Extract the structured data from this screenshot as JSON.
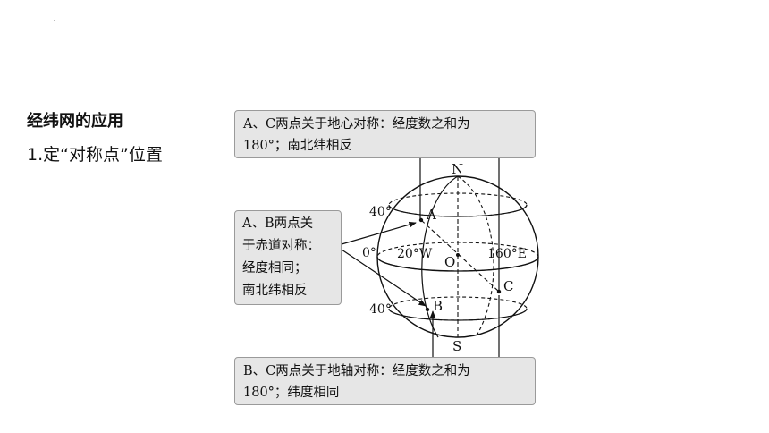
{
  "slide": {
    "title": "经纬网的应用",
    "subtitle": "1.定“对称点”位置"
  },
  "diagram": {
    "box_ac": {
      "line1": "A、C两点关于地心对称：经度数之和为",
      "line2": "180°；南北纬相反"
    },
    "box_ab": {
      "line1": "A、B两点关",
      "line2": "于赤道对称：",
      "line3": "经度相同；",
      "line4": "南北纬相反"
    },
    "box_bc": {
      "line1": "B、C两点关于地轴对称：经度数之和为",
      "line2": "180°；纬度相同"
    },
    "labels": {
      "north": "N",
      "south": "S",
      "center": "O",
      "point_a": "A",
      "point_b": "B",
      "point_c": "C",
      "lat_40_north": "40°",
      "lat_40_south": "40°",
      "equator": "0°",
      "lon_west": "20°W",
      "lon_east": "160°E"
    }
  }
}
